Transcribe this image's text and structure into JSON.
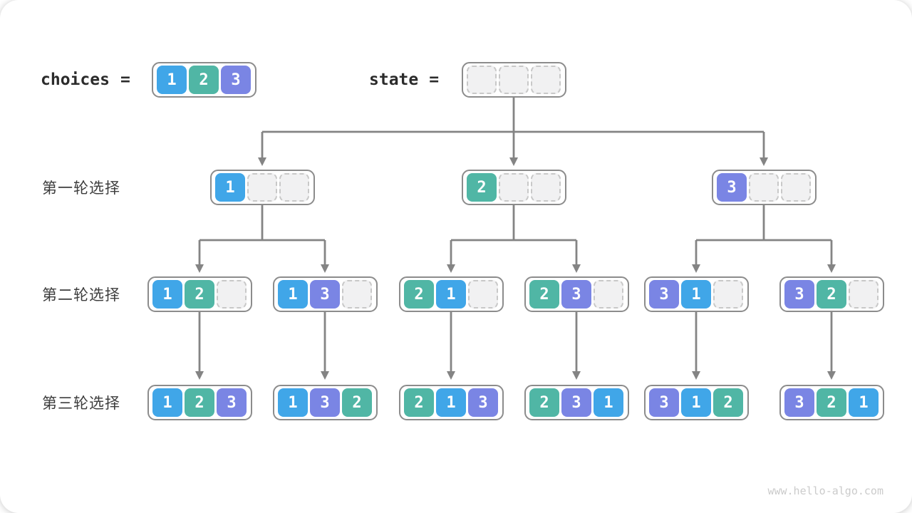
{
  "header": {
    "choices_label": "choices",
    "equals_sign": "=",
    "choices_values": [
      1,
      2,
      3
    ],
    "state_label": "state",
    "state_values": [
      null,
      null,
      null
    ]
  },
  "value_colors": {
    "1": "#40A6E8",
    "2": "#50B6A5",
    "3": "#7A85E4"
  },
  "connector_color": "#848484",
  "rows": [
    {
      "label": "第一轮选择",
      "nodes": [
        [
          1,
          null,
          null
        ],
        [
          2,
          null,
          null
        ],
        [
          3,
          null,
          null
        ]
      ]
    },
    {
      "label": "第二轮选择",
      "nodes": [
        [
          1,
          2,
          null
        ],
        [
          1,
          3,
          null
        ],
        [
          2,
          1,
          null
        ],
        [
          2,
          3,
          null
        ],
        [
          3,
          1,
          null
        ],
        [
          3,
          2,
          null
        ]
      ]
    },
    {
      "label": "第三轮选择",
      "nodes": [
        [
          1,
          2,
          3
        ],
        [
          1,
          3,
          2
        ],
        [
          2,
          1,
          3
        ],
        [
          2,
          3,
          1
        ],
        [
          3,
          1,
          2
        ],
        [
          3,
          2,
          1
        ]
      ]
    }
  ],
  "watermark": "www.hello-algo.com"
}
